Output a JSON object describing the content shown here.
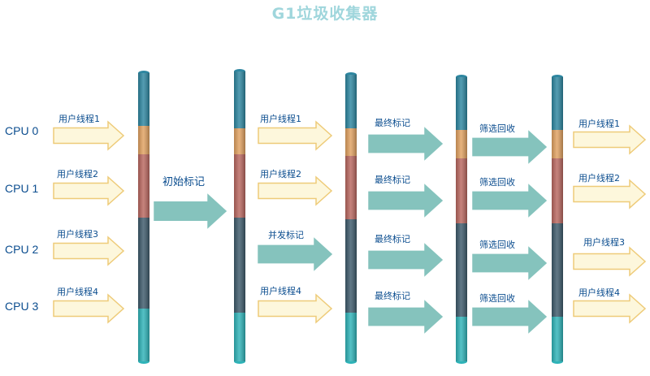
{
  "title": "G1垃圾收集器",
  "cpus": [
    "CPU 0",
    "CPU 1",
    "CPU 2",
    "CPU 3"
  ],
  "stages": {
    "initial_mark": "初始标记",
    "concurrent_mark": "并发标记",
    "final_mark": "最终标记",
    "live_data_count": "筛选回收"
  },
  "threads": {
    "t1": "用户线程1",
    "t2": "用户线程2",
    "t3": "用户线程3",
    "t4": "用户线程4"
  },
  "colors": {
    "title": "#9fd6dc",
    "label": "#0b4d8f",
    "user_arrow_fill": "#fdf7dc",
    "user_arrow_stroke": "#eecb79",
    "gc_arrow_fill": "#85c3bd",
    "pillar_top": "#2d86a0",
    "pillar_orange": "#e1a160",
    "pillar_red": "#b9675f",
    "pillar_dark": "#3d5a6b",
    "pillar_teal": "#2eb3b8"
  }
}
